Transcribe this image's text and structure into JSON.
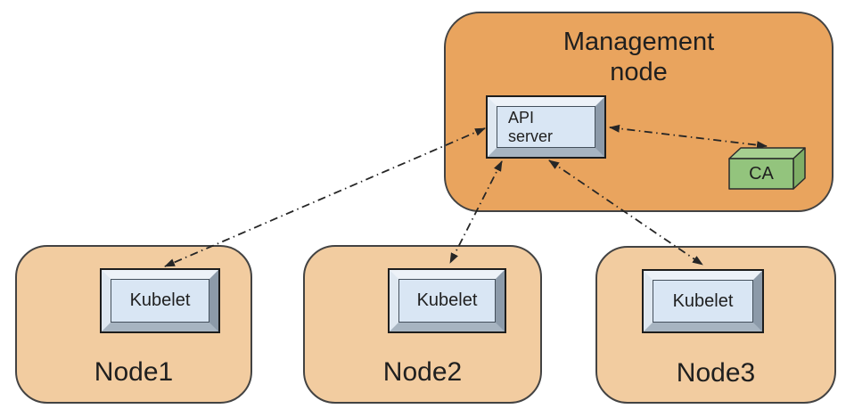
{
  "management_node": {
    "title": "Management\nnode",
    "api_server_label": "API\nserver",
    "ca_label": "CA"
  },
  "nodes": [
    {
      "label": "Node1",
      "component_label": "Kubelet"
    },
    {
      "label": "Node2",
      "component_label": "Kubelet"
    },
    {
      "label": "Node3",
      "component_label": "Kubelet"
    }
  ],
  "connections": [
    {
      "from": "api-server",
      "to": "node1-kubelet",
      "style": "dash-dot",
      "bidirectional": true
    },
    {
      "from": "api-server",
      "to": "node2-kubelet",
      "style": "dash-dot",
      "bidirectional": true
    },
    {
      "from": "api-server",
      "to": "node3-kubelet",
      "style": "dash-dot",
      "bidirectional": true
    },
    {
      "from": "api-server",
      "to": "ca",
      "style": "dash-dot",
      "bidirectional": true
    }
  ],
  "colors": {
    "management_fill": "#e9a45e",
    "node_fill": "#f2cca0",
    "component_face": "#d9e6f4",
    "ca_front": "#93c47d",
    "ca_top": "#a6cf90",
    "ca_side": "#7fae66",
    "arrow": "#262626",
    "border": "#434343"
  }
}
